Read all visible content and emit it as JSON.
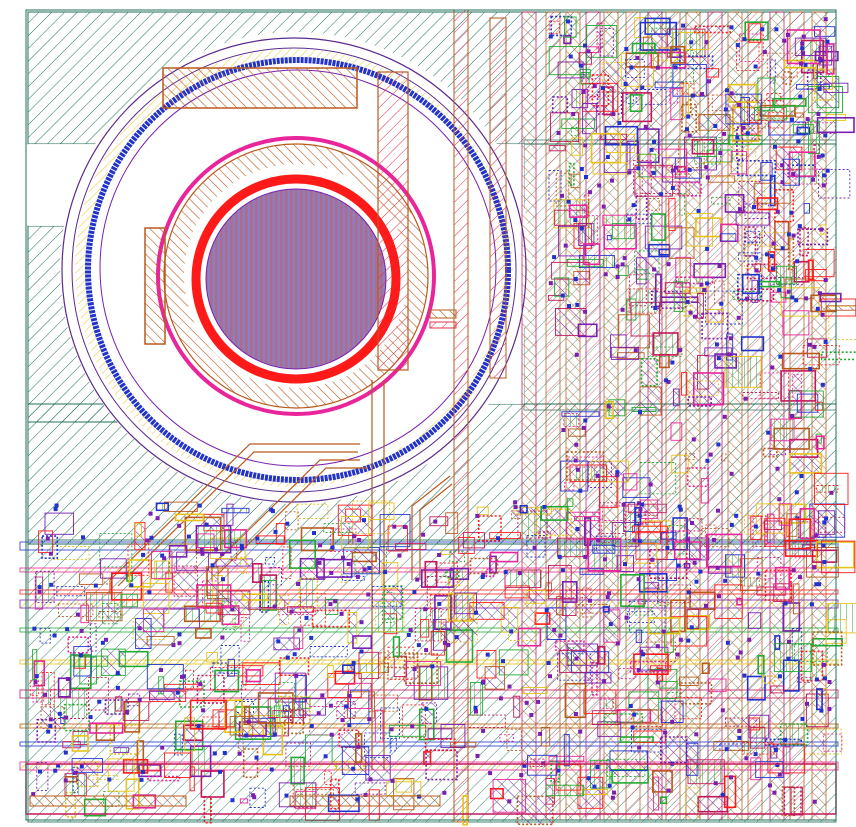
{
  "view": {
    "kind": "ic-layout-view",
    "background": "#ffffff"
  },
  "layers": {
    "nwell": {
      "color": "#1f6f5a"
    },
    "poly": {
      "color": "#b85a1e"
    },
    "metal1": {
      "color": "#2233cc"
    },
    "metal2": {
      "color": "#e8259a"
    },
    "metal3": {
      "color": "#ff1a1a"
    },
    "via": {
      "color": "#7a1fb0"
    },
    "diffusion": {
      "color": "#22aa33"
    },
    "implant": {
      "color": "#e6c21a"
    },
    "contact": {
      "color": "#c2185b"
    },
    "ring_outline": {
      "color": "#5b2b8c"
    }
  },
  "structures": {
    "spiral_ring": {
      "name": "concentric-ring-structure"
    },
    "logic_block_right": {
      "name": "standard-cell-array-right"
    },
    "logic_block_bottom": {
      "name": "standard-cell-array-bottom"
    }
  }
}
